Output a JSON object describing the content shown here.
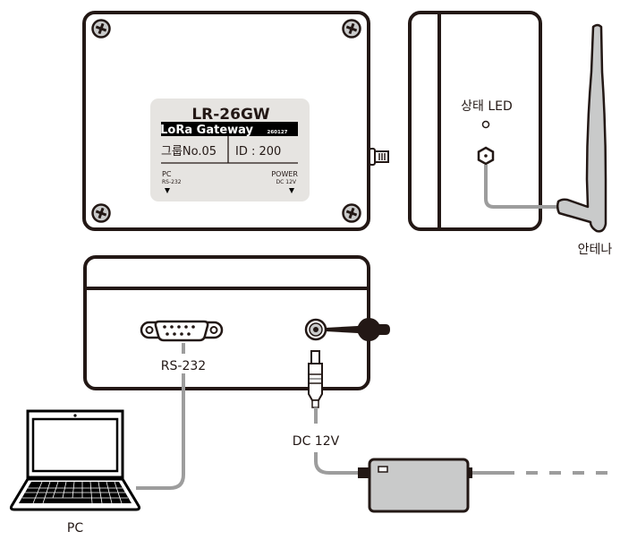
{
  "diagram": {
    "top_view": {
      "label_plate": {
        "model": "LR-26GW",
        "product_name": "LoRa Gateway",
        "version_code": "260127",
        "group": "그룹No.05",
        "id": "ID : 200",
        "left_port": {
          "name": "PC",
          "sub": "RS-232"
        },
        "right_port": {
          "name": "POWER",
          "sub": "DC 12V"
        }
      }
    },
    "side_view": {
      "led_label": "상태 LED",
      "antenna_label": "안테나"
    },
    "front_view": {
      "serial_port_label": "RS-232",
      "power_label": "DC 12V"
    },
    "pc_label": "PC",
    "colors": {
      "outline": "#231815",
      "cable": "#9d9d9d",
      "label_bg": "#e6e4e1",
      "antenna_fill": "#c9caca",
      "adapter_fill": "#c9caca"
    }
  }
}
